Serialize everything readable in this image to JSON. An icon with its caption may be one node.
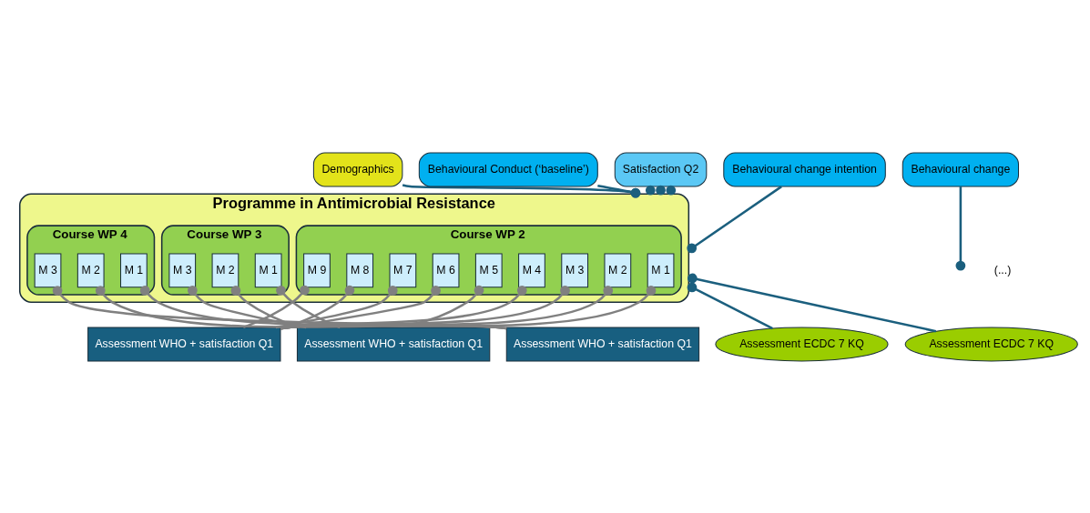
{
  "diagram": {
    "nodes": [
      {
        "text": [
          "Demographics"
        ]
      },
      {
        "text": [
          "Behavioural Conduct (‘baseline’)"
        ]
      },
      {
        "text": [
          "Satisfaction Q2"
        ]
      },
      {
        "text": [
          "Behavioural change intention"
        ]
      },
      {
        "text": [
          "Behavioural change"
        ]
      },
      {
        "text": [
          "Programme in Antimicrobial Resistance"
        ]
      },
      {
        "text": [
          "Course WP 2"
        ],
        "in": 5
      },
      {
        "text": [
          "M 1"
        ],
        "in": 6
      },
      {
        "text": [
          "M 2"
        ],
        "in": 6
      },
      {
        "text": [
          "M 3"
        ],
        "in": 6
      },
      {
        "text": [
          "M 4"
        ],
        "in": 6
      },
      {
        "text": [
          "M 5"
        ],
        "in": 6
      },
      {
        "text": [
          "M 6"
        ],
        "in": 6
      },
      {
        "text": [
          "M 7"
        ],
        "in": 6
      },
      {
        "text": [
          "M 8"
        ],
        "in": 6
      },
      {
        "text": [
          "M 9"
        ],
        "in": 6
      },
      {
        "text": [
          "Course WP 3"
        ],
        "in": 5
      },
      {
        "text": [
          "M 1"
        ],
        "in": 16
      },
      {
        "text": [
          "M 2"
        ],
        "in": 16
      },
      {
        "text": [
          "M 3"
        ],
        "in": 16
      },
      {
        "text": [
          "Course WP 4"
        ],
        "in": 5
      },
      {
        "text": [
          "M 1"
        ],
        "in": 20
      },
      {
        "text": [
          "M 2"
        ],
        "in": 20
      },
      {
        "text": [
          "M 3"
        ],
        "in": 20
      },
      {
        "text": [
          "Assessment WHO + satisfaction Q1"
        ]
      },
      {
        "text": [
          "Assessment WHO + satisfaction Q1"
        ]
      },
      {
        "text": [
          "Assessment WHO + satisfaction Q1"
        ]
      },
      {
        "text": [
          "Assessment ECDC 7 KQ"
        ]
      },
      {
        "text": [
          "Assessment ECDC 7 KQ"
        ]
      }
    ],
    "edges": [
      {
        "from": 0,
        "to": 5,
        "arrow": "other",
        "color": "#1b5f7e"
      },
      {
        "from": 1,
        "to": 5,
        "arrow": "other",
        "color": "#1b5f7e"
      },
      {
        "from": 2,
        "to": 5,
        "arrow": "other",
        "color": "#1b5f7e"
      },
      {
        "from": 2,
        "to": 5,
        "arrow": "other",
        "color": "#1b5f7e"
      },
      {
        "from": 2,
        "to": 5,
        "arrow": "other",
        "color": "#1b5f7e"
      },
      {
        "from": 3,
        "to": 5,
        "arrow": "other",
        "color": "#1b5f7e"
      },
      {
        "from": 4,
        "to": null,
        "arrow": "other",
        "color": "#1b5f7e"
      },
      {
        "from": 27,
        "to": 5,
        "arrow": "other",
        "color": "#1b5f7e"
      },
      {
        "from": 28,
        "to": 5,
        "arrow": "other",
        "color": "#1b5f7e"
      },
      {
        "from": 24,
        "to": 7,
        "arrow": "other"
      },
      {
        "from": 24,
        "to": 8,
        "arrow": "other"
      },
      {
        "from": 24,
        "to": 9,
        "arrow": "other"
      },
      {
        "from": 24,
        "to": 10,
        "arrow": "other"
      },
      {
        "from": 24,
        "to": 11,
        "arrow": "other"
      },
      {
        "from": 24,
        "to": 12,
        "arrow": "other"
      },
      {
        "from": 24,
        "to": 13,
        "arrow": "other"
      },
      {
        "from": 24,
        "to": 14,
        "arrow": "other"
      },
      {
        "from": 24,
        "to": 15,
        "arrow": "other"
      },
      {
        "from": 25,
        "to": 17,
        "arrow": "other"
      },
      {
        "from": 25,
        "to": 18,
        "arrow": "other"
      },
      {
        "from": 25,
        "to": 19,
        "arrow": "other"
      },
      {
        "from": 26,
        "to": 21,
        "arrow": "other"
      },
      {
        "from": 26,
        "to": 22,
        "arrow": "other"
      },
      {
        "from": 26,
        "to": 23,
        "arrow": "other"
      }
    ],
    "labels": [
      "(...)"
    ]
  }
}
